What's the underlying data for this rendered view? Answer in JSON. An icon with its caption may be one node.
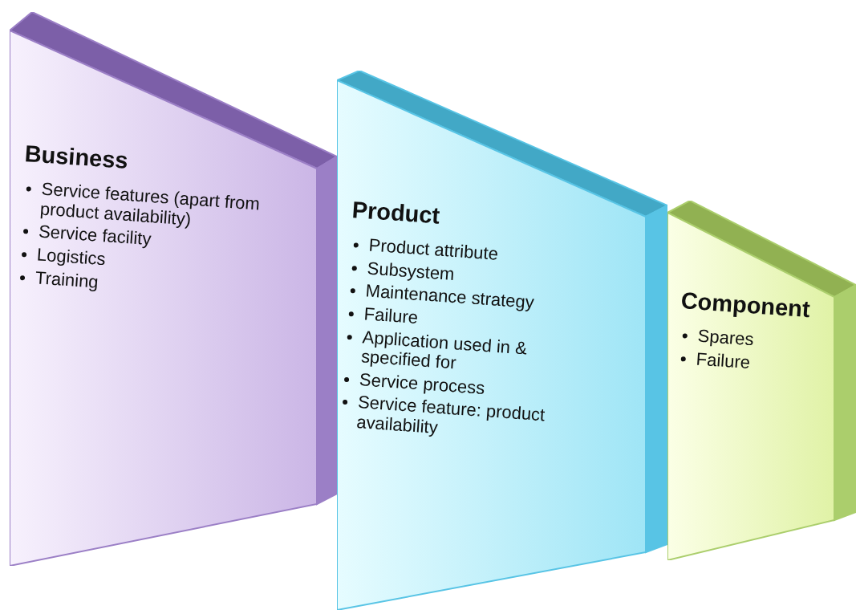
{
  "diagram": {
    "nodes": [
      {
        "text": [
          "Business",
          "Service features (apart from product availability)",
          "Service facility",
          "Logistics",
          "Training"
        ]
      },
      {
        "text": [
          "Product",
          "Product attribute",
          "Subsystem",
          "Maintenance strategy",
          "Failure",
          "Application used in & specified for",
          "Service process",
          "Service feature: product availability"
        ]
      },
      {
        "text": [
          "Component",
          "Spares",
          "Failure"
        ]
      }
    ]
  }
}
